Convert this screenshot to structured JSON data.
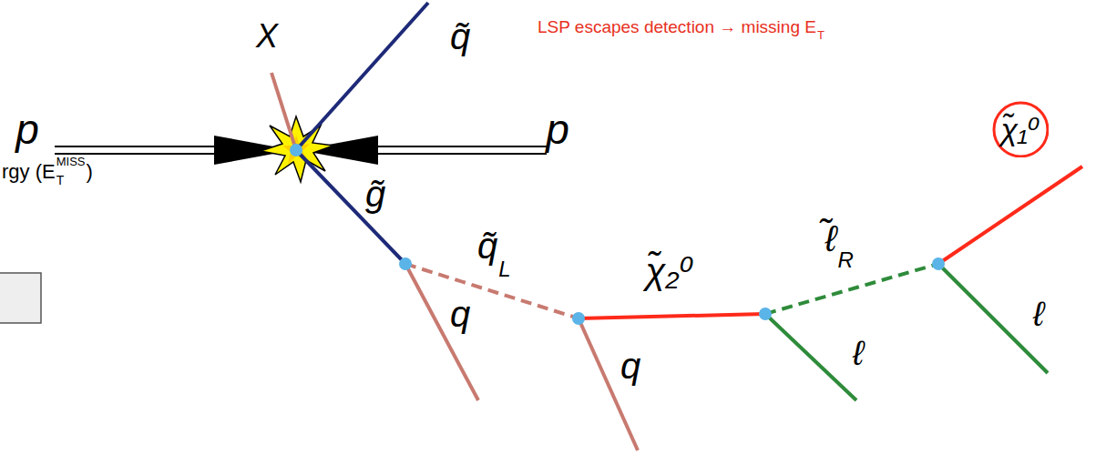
{
  "diagram": {
    "nodes": [
      {
        "text": [
          "χ̃₁⁰"
        ]
      }
    ],
    "labels": [
      "X",
      "q̃",
      "LSP escapes detection → missing E",
      "T",
      "p",
      "p",
      "rgy (E",
      "T",
      "MISS",
      ")",
      "g̃",
      "q̃",
      "L",
      "χ̃₂⁰",
      "ℓ̃",
      "R",
      "ℓ",
      "q",
      "q",
      "ℓ"
    ]
  }
}
